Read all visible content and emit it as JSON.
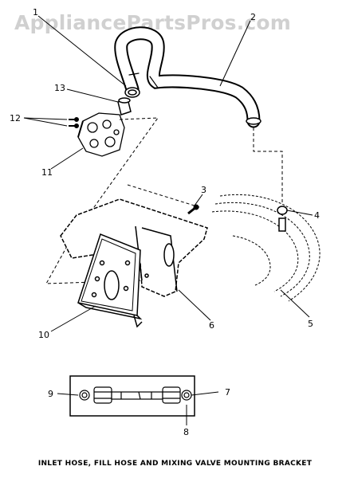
{
  "watermark": "AppliancePartsPros.com",
  "caption": "INLET HOSE, FILL HOSE AND MIXING VALVE MOUNTING BRACKET",
  "callouts": {
    "c1": "1",
    "c2": "2",
    "c3": "3",
    "c4": "4",
    "c5": "5",
    "c6": "6",
    "c7": "7",
    "c8": "8",
    "c9": "9",
    "c10": "10",
    "c11": "11",
    "c12": "12",
    "c13": "13"
  }
}
